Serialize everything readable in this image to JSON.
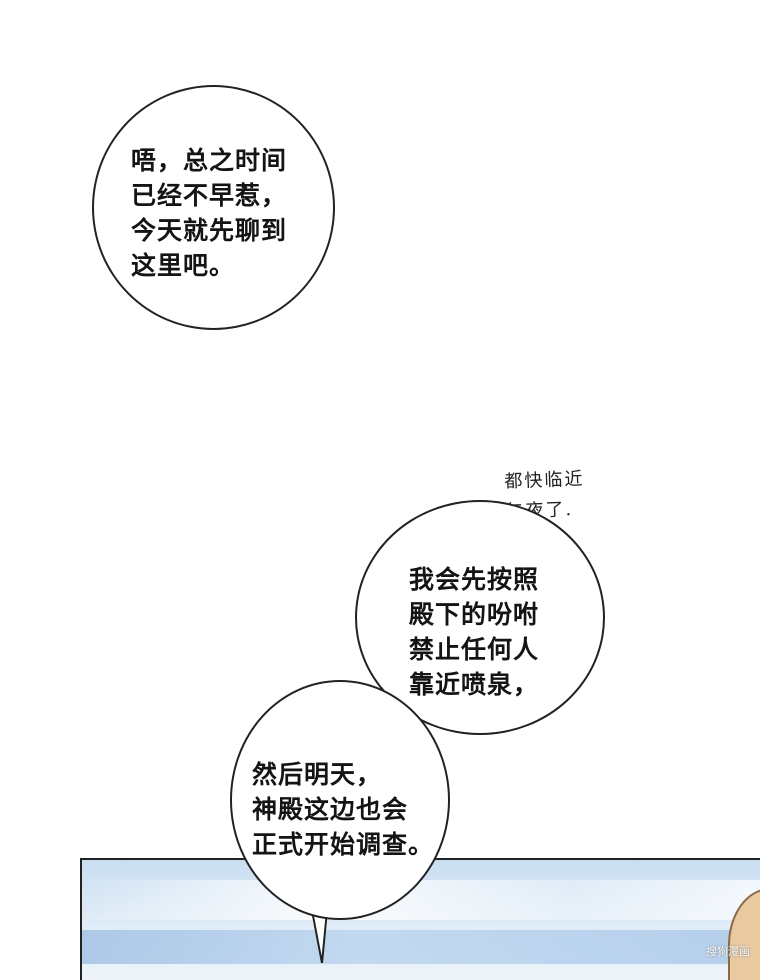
{
  "bubbles": [
    {
      "lines": [
        "唔，总之时间",
        "已经不早惹，",
        "今天就先聊到",
        "这里吧。"
      ]
    },
    {
      "lines": [
        "我会先按照",
        "殿下的吩咐",
        "禁止任何人",
        "靠近喷泉，"
      ]
    },
    {
      "lines": [
        "然后明天，",
        "神殿这边也会",
        "正式开始调查。"
      ]
    }
  ],
  "side_note": {
    "lines": [
      "都快临近",
      "午夜了."
    ]
  },
  "watermark": "搜狗漫画"
}
